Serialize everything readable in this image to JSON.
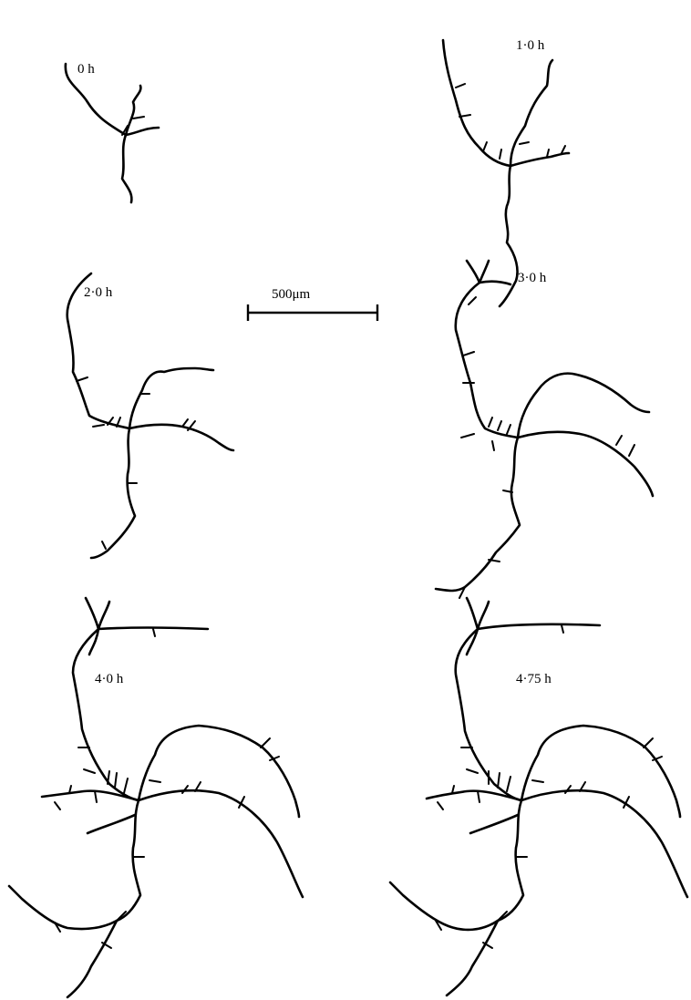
{
  "figure": {
    "scale_bar": {
      "label": "500μm"
    },
    "panels": [
      {
        "time_label": "0 h"
      },
      {
        "time_label": "1·0 h"
      },
      {
        "time_label": "2·0 h"
      },
      {
        "time_label": "3·0 h"
      },
      {
        "time_label": "4·0 h"
      },
      {
        "time_label": "4·75 h"
      }
    ]
  }
}
